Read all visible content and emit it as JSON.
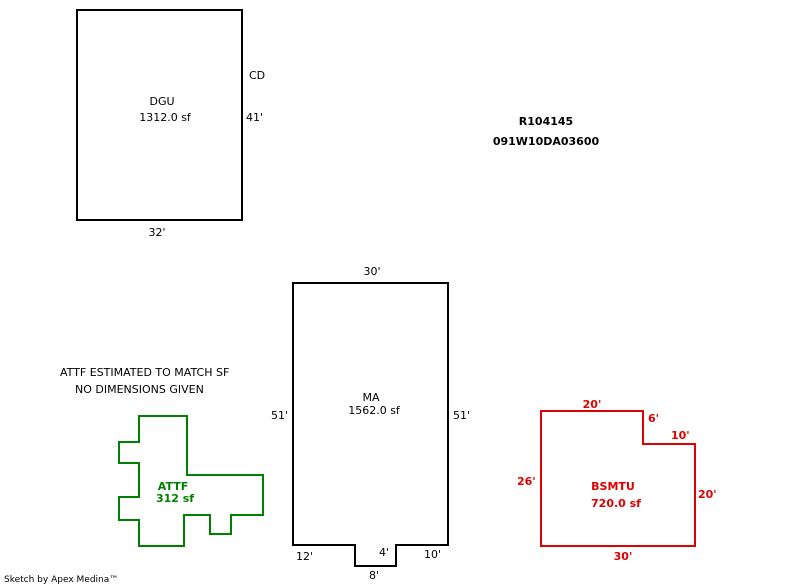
{
  "parcel": {
    "account": "R104145",
    "map_number": "091W10DA03600"
  },
  "notes": {
    "line1": "ATTF ESTIMATED TO MATCH SF",
    "line2": "NO DIMENSIONS GIVEN"
  },
  "footer": {
    "credit": "Sketch by Apex Medina™"
  },
  "colors": {
    "black": "#000000",
    "green": "#008000",
    "red": "#dd0000"
  },
  "areas": {
    "dgu": {
      "code": "DGU",
      "area": "1312.0 sf",
      "dim_right": "41'",
      "dim_bottom": "32'",
      "adjacent_label": "CD"
    },
    "ma": {
      "code": "MA",
      "area": "1562.0 sf",
      "dim_top": "30'",
      "dim_left": "51'",
      "dim_right": "51'",
      "dim_bottom_left": "12'",
      "dim_notch_depth": "4'",
      "dim_bottom_right": "10'",
      "dim_notch_width": "8'"
    },
    "attf": {
      "code": "ATTF",
      "area": "312 sf"
    },
    "bsmtu": {
      "code": "BSMTU",
      "area": "720.0 sf",
      "dim_top": "20'",
      "dim_step_down": "6'",
      "dim_step_right": "10'",
      "dim_left": "26'",
      "dim_right": "20'",
      "dim_bottom": "30'"
    }
  }
}
